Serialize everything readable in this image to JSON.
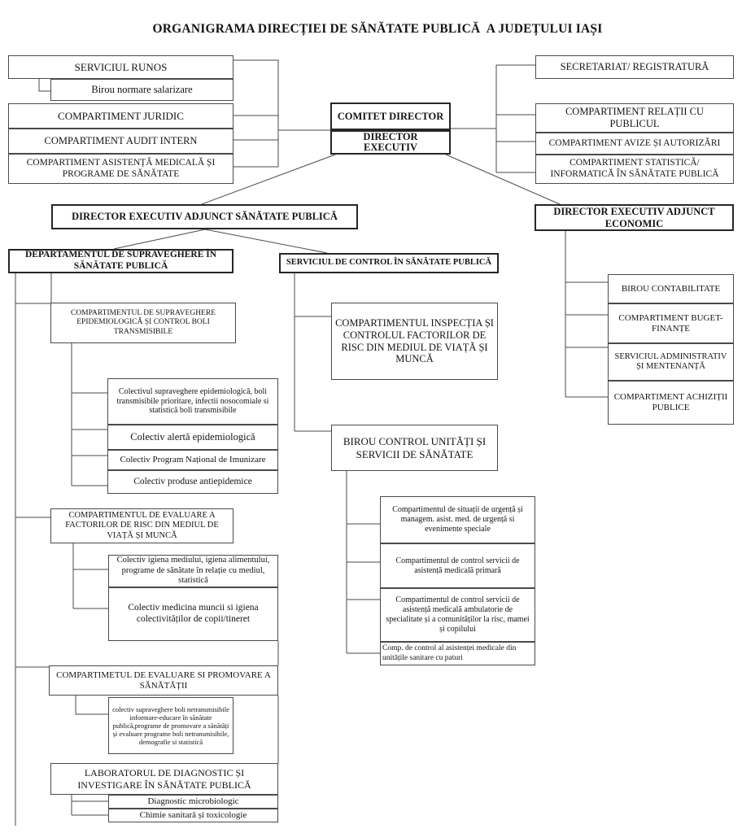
{
  "title": "ORGANIGRAMA DIRECȚIEI DE SĂNĂTATE PUBLICĂ  A JUDEȚULUI IAȘI",
  "colors": {
    "ink": "#141414",
    "line": "#4a4a4a",
    "background": "#ffffff"
  },
  "nodes": {
    "serviciul_runos": "SERVICIUL RUNOS",
    "birou_normare_salarizare": "Birou normare salarizare",
    "compartiment_juridic": "COMPARTIMENT JURIDIC",
    "compartiment_audit_intern": "COMPARTIMENT AUDIT INTERN",
    "compartiment_asistenta_medicala": "COMPARTIMENT ASISTENȚĂ MEDICALĂ ȘI PROGRAME DE SĂNĂTATE",
    "comitet_director": "COMITET DIRECTOR",
    "director_executiv": "DIRECTOR\nEXECUTIV",
    "secretariat_registratura": "SECRETARIAT/ REGISTRATURĂ",
    "compartiment_relatii_public": "COMPARTIMENT RELAȚII CU PUBLICUL",
    "compartiment_avize_autorizari": "COMPARTIMENT AVIZE ȘI AUTORIZĂRI",
    "compartiment_statistica_informatica": "COMPARTIMENT STATISTICĂ/ INFORMATICĂ ÎN SĂNĂTATE PUBLICĂ",
    "director_adjunct_sanatate_publica": "DIRECTOR EXECUTIV ADJUNCT SĂNĂTATE PUBLICĂ",
    "director_adjunct_economic": "DIRECTOR EXECUTIV ADJUNCT ECONOMIC",
    "departament_supraveghere": "DEPARTAMENTUL DE SUPRAVEGHERE ÎN SĂNĂTATE PUBLICĂ",
    "serviciul_control": "SERVICIUL DE CONTROL ÎN SĂNĂTATE PUBLICĂ",
    "compartiment_supraveghere_epidemiologica": "COMPARTIMENTUL DE SUPRAVEGHERE EPIDEMIOLOGICĂ ȘI CONTROL BOLI TRANSMISIBILE",
    "colectiv_supraveghere_epidemiologica": "Colectivul supraveghere epidemiologică, boli transmisibile prioritare, infectii nosocomiale si statistică boli transmisibile",
    "colectiv_alerta_epidemiologica": "Colectiv alertă epidemiologică",
    "colectiv_program_imunizare": "Colectiv Program Național de Imunizare",
    "colectiv_produse_antiepidemice": "Colectiv  produse antiepidemice",
    "compartiment_evaluare_factori_risc": "COMPARTIMENTUL DE EVALUARE A FACTORILOR DE RISC DIN MEDIUL DE VIAȚĂ ȘI MUNCĂ",
    "colectiv_igiena_mediului": "Colectiv igiena mediului, igiena alimentului, programe de sănătate în relație cu mediul, statistică",
    "colectiv_medicina_muncii": "Colectiv medicina muncii si  igiena colectivităților de copii/tineret",
    "compartiment_promovare_sanatate": "COMPARTIMETUL DE EVALUARE SI PROMOVARE A SĂNĂTĂȚII",
    "colectiv_boli_netransmisibile": "colectiv supraveghere boli netransmisibile informare-educare în sănătate publică,programe de promovare a sănătăți și evaluare programe boli netransmisibile, demografie si statistică",
    "laborator_diagnostic": "LABORATORUL DE DIAGNOSTIC ȘI INVESTIGARE ÎN SĂNĂTATE PUBLICĂ",
    "diagnostic_microbiologic": "Diagnostic microbiologic",
    "chimie_sanitara_toxicologie": "Chimie sanitară și toxicologie",
    "compartiment_inspectia_controlul": "COMPARTIMENTUL INSPECȚIA ȘI CONTROLUL FACTORILOR DE RISC DIN MEDIUL DE VIAȚĂ ȘI MUNCĂ",
    "birou_control_unitati": "BIROU CONTROL UNITĂȚI ȘI SERVICII DE SĂNĂTATE",
    "comp_situatii_urgenta": "Compartimentul de situații de urgență și managem. asist. med. de urgență si evenimente speciale",
    "comp_control_asistenta_primara": "Compartimentul de control servicii de asistență medicală primară",
    "comp_control_ambulatorie": "Compartimentul de control servicii de asistență medicală ambulatorie de specialitate și a comunităților la risc, mamei și copilului",
    "comp_control_unitati_paturi": "Comp. de control al asistenței medicale din unitățile sanitare cu paturi",
    "birou_contabilitate": "BIROU  CONTABILITATE",
    "compartiment_buget_finante": "COMPARTIMENT BUGET-FINANȚE",
    "serviciul_administrativ_mentenanta": "SERVICIUL ADMINISTRATIV ȘI MENTENANȚĂ",
    "compartiment_achizitii_publice": "COMPARTIMENT ACHIZIȚII PUBLICE"
  }
}
